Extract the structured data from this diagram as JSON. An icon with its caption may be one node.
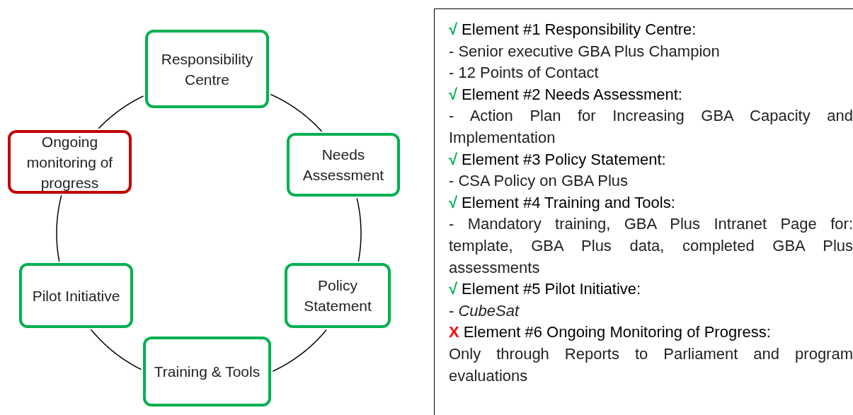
{
  "diagram": {
    "nodes": [
      {
        "text": [
          "Responsibility Centre"
        ]
      },
      {
        "text": [
          "Needs Assessment"
        ]
      },
      {
        "text": [
          "Policy Statement"
        ]
      },
      {
        "text": [
          "Training & Tools"
        ]
      },
      {
        "text": [
          "Pilot Initiative"
        ]
      },
      {
        "text": [
          "Ongoing monitoring of progress"
        ]
      },
      {
        "text": [],
        "shape": "box"
      },
      {
        "text": [
          "√",
          "Element #1 Responsibility Centre:",
          "- Senior executive GBA Plus Champion",
          "- 12 Points of Contact"
        ],
        "in": 6
      },
      {
        "text": [
          "√",
          "Element #2 Needs Assessment:",
          "- Action Plan for Increasing GBA Capacity and Implementation"
        ],
        "in": 6
      },
      {
        "text": [
          "√",
          "Element #3 Policy Statement:",
          "- CSA Policy on GBA Plus"
        ],
        "in": 6
      },
      {
        "text": [
          "√",
          "Element #4 Training and Tools:",
          "- Mandatory training, GBA Plus Intranet Page for: template, GBA Plus data, completed GBA Plus assessments"
        ],
        "in": 6
      },
      {
        "text": [
          "√",
          "Element #5 Pilot Initiative:",
          "- *CubeSat*"
        ],
        "in": 6
      },
      {
        "text": [
          "X",
          "Element #6 Ongoing Monitoring of Progress:",
          "Only through Reports to Parliament and program evaluations"
        ],
        "in": 6
      }
    ],
    "edges": [
      {
        "from": 0,
        "to": 1,
        "arrow": "none"
      },
      {
        "from": 1,
        "to": 2,
        "arrow": "none"
      },
      {
        "from": 2,
        "to": 3,
        "arrow": "none"
      },
      {
        "from": 3,
        "to": 4,
        "arrow": "none"
      },
      {
        "from": 4,
        "to": 5,
        "arrow": "none"
      },
      {
        "from": 5,
        "to": 0,
        "arrow": "none"
      }
    ]
  }
}
